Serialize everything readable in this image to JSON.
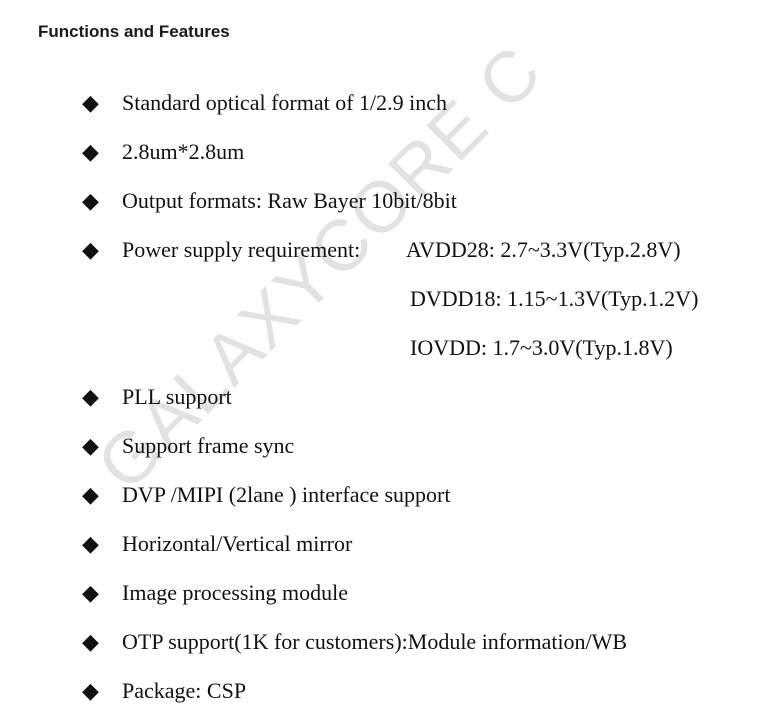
{
  "heading": "Functions and Features",
  "watermark": "GALAXYCORE C",
  "items": [
    "Standard optical format of 1/2.9 inch",
    "2.8um*2.8um",
    "Output formats: Raw Bayer 10bit/8bit",
    "Power supply requirement:",
    "PLL support",
    "Support frame sync",
    "DVP /MIPI (2lane ) interface support",
    "Horizontal/Vertical mirror",
    "Image processing module",
    "OTP support(1K for customers):Module information/WB",
    "Package: CSP"
  ],
  "power": [
    "AVDD28: 2.7~3.3V(Typ.2.8V)",
    "DVDD18: 1.15~1.3V(Typ.1.2V)",
    "IOVDD: 1.7~3.0V(Typ.1.8V)"
  ],
  "bullet": "◆"
}
